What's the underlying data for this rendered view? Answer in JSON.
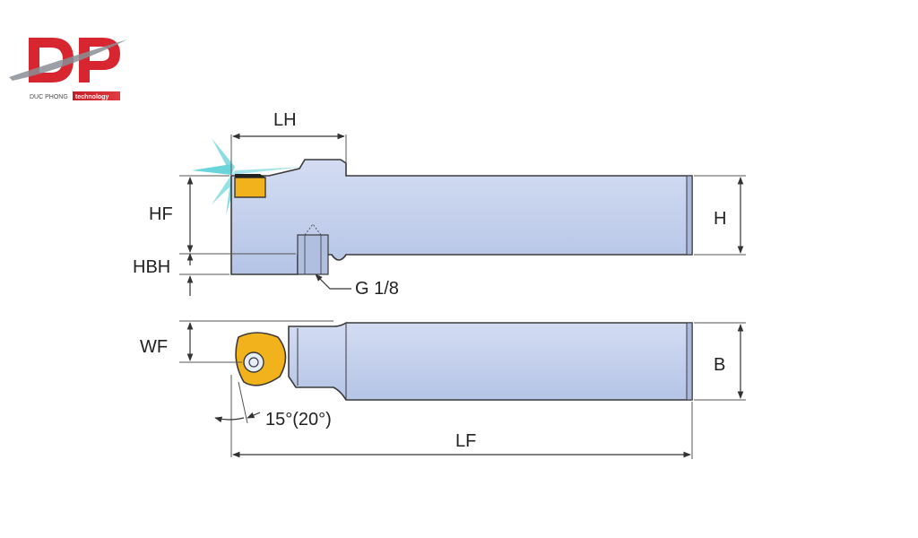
{
  "logo": {
    "mark": "DP",
    "company": "DUC PHONG",
    "tagline": "technology",
    "colors": {
      "red": "#d7262f",
      "gray": "#8a8f96",
      "tag_bg": "#d7262f"
    }
  },
  "labels": {
    "lh": "LH",
    "hf": "HF",
    "hbh": "HBH",
    "h": "H",
    "g": "G 1/8",
    "wf": "WF",
    "b": "B",
    "angle": "15°(20°)",
    "lf": "LF"
  },
  "colors": {
    "body_fill": "#c3d0ec",
    "body_stroke": "#3a3a3a",
    "insert_fill": "#f2b21c",
    "coolant": "#39c6cf"
  }
}
